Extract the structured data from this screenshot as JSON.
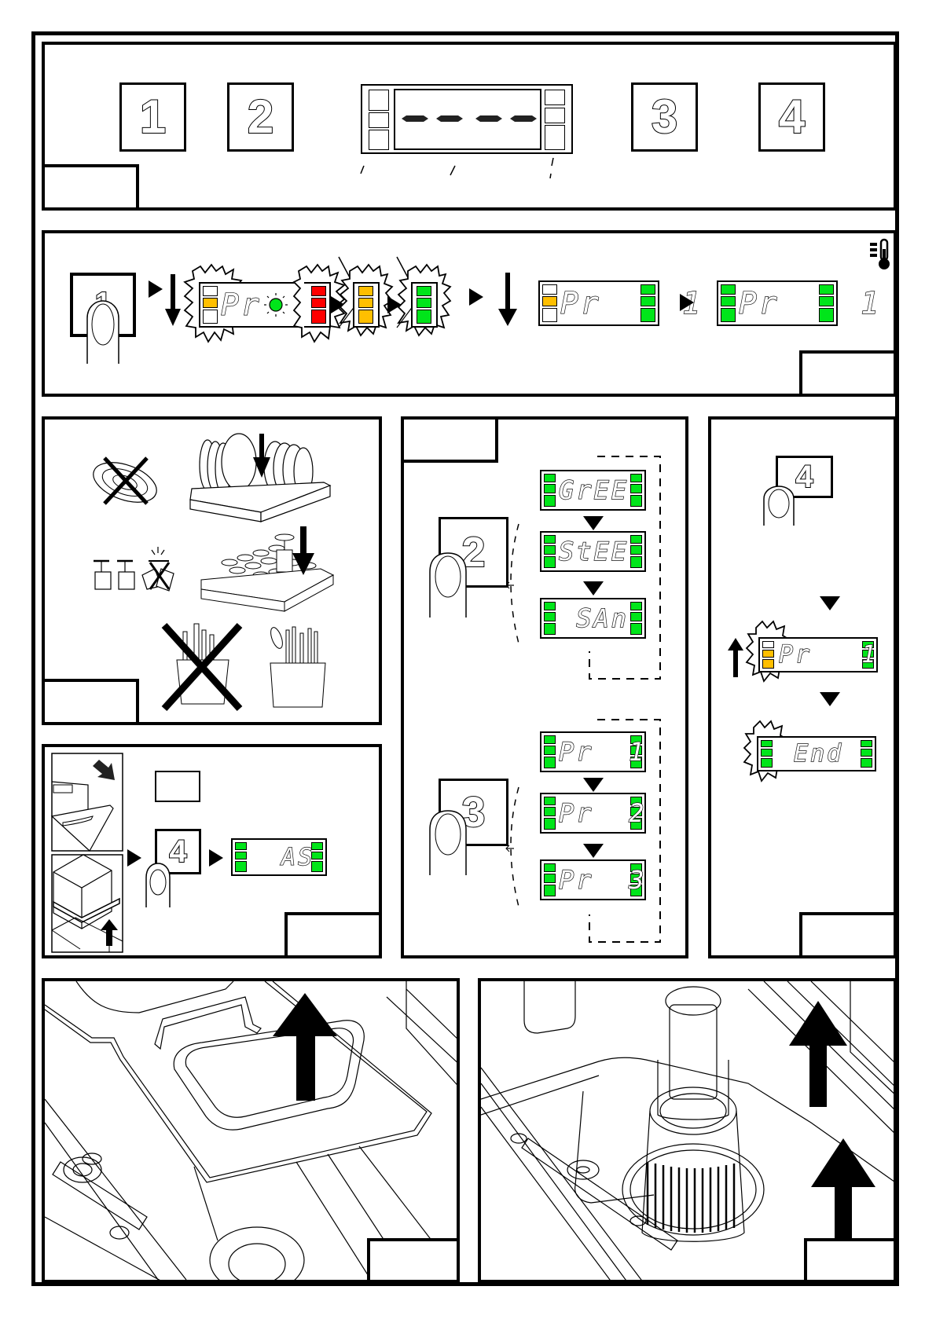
{
  "colors": {
    "led_green": "#00e51a",
    "led_orange": "#ffbf00",
    "led_red": "#ff0000",
    "line": "#000000"
  },
  "panel_top": {
    "keys": [
      "1",
      "2",
      "3",
      "4"
    ],
    "display_text": "- - - -"
  },
  "panel_start": {
    "key": "1",
    "display_1_text": "Pr",
    "display_2_text": "Pr    1",
    "display_3_text": "Pr    1",
    "icon": "thermometer-icon"
  },
  "panel_loading": {
    "items": [
      "plate-not-allowed",
      "plate-rack",
      "glasses-upright",
      "glass-broken-not-allowed",
      "glass-rack",
      "cutlery-wrong-not-allowed",
      "cutlery-basket"
    ]
  },
  "panel_cycle_select": {
    "key": "2",
    "displays": [
      "GrEE",
      "StEE",
      " SAn"
    ]
  },
  "panel_program_select": {
    "key": "3",
    "displays": [
      "Pr  1",
      "Pr  2",
      "Pr  3"
    ]
  },
  "panel_door": {
    "key": "4",
    "display_text": "  AS"
  },
  "panel_end": {
    "key": "4",
    "display_1_text": "Pr   1",
    "display_2_text": " End"
  },
  "panel_filter_remove": {
    "caption": ""
  },
  "panel_overflow_remove": {
    "caption": ""
  }
}
